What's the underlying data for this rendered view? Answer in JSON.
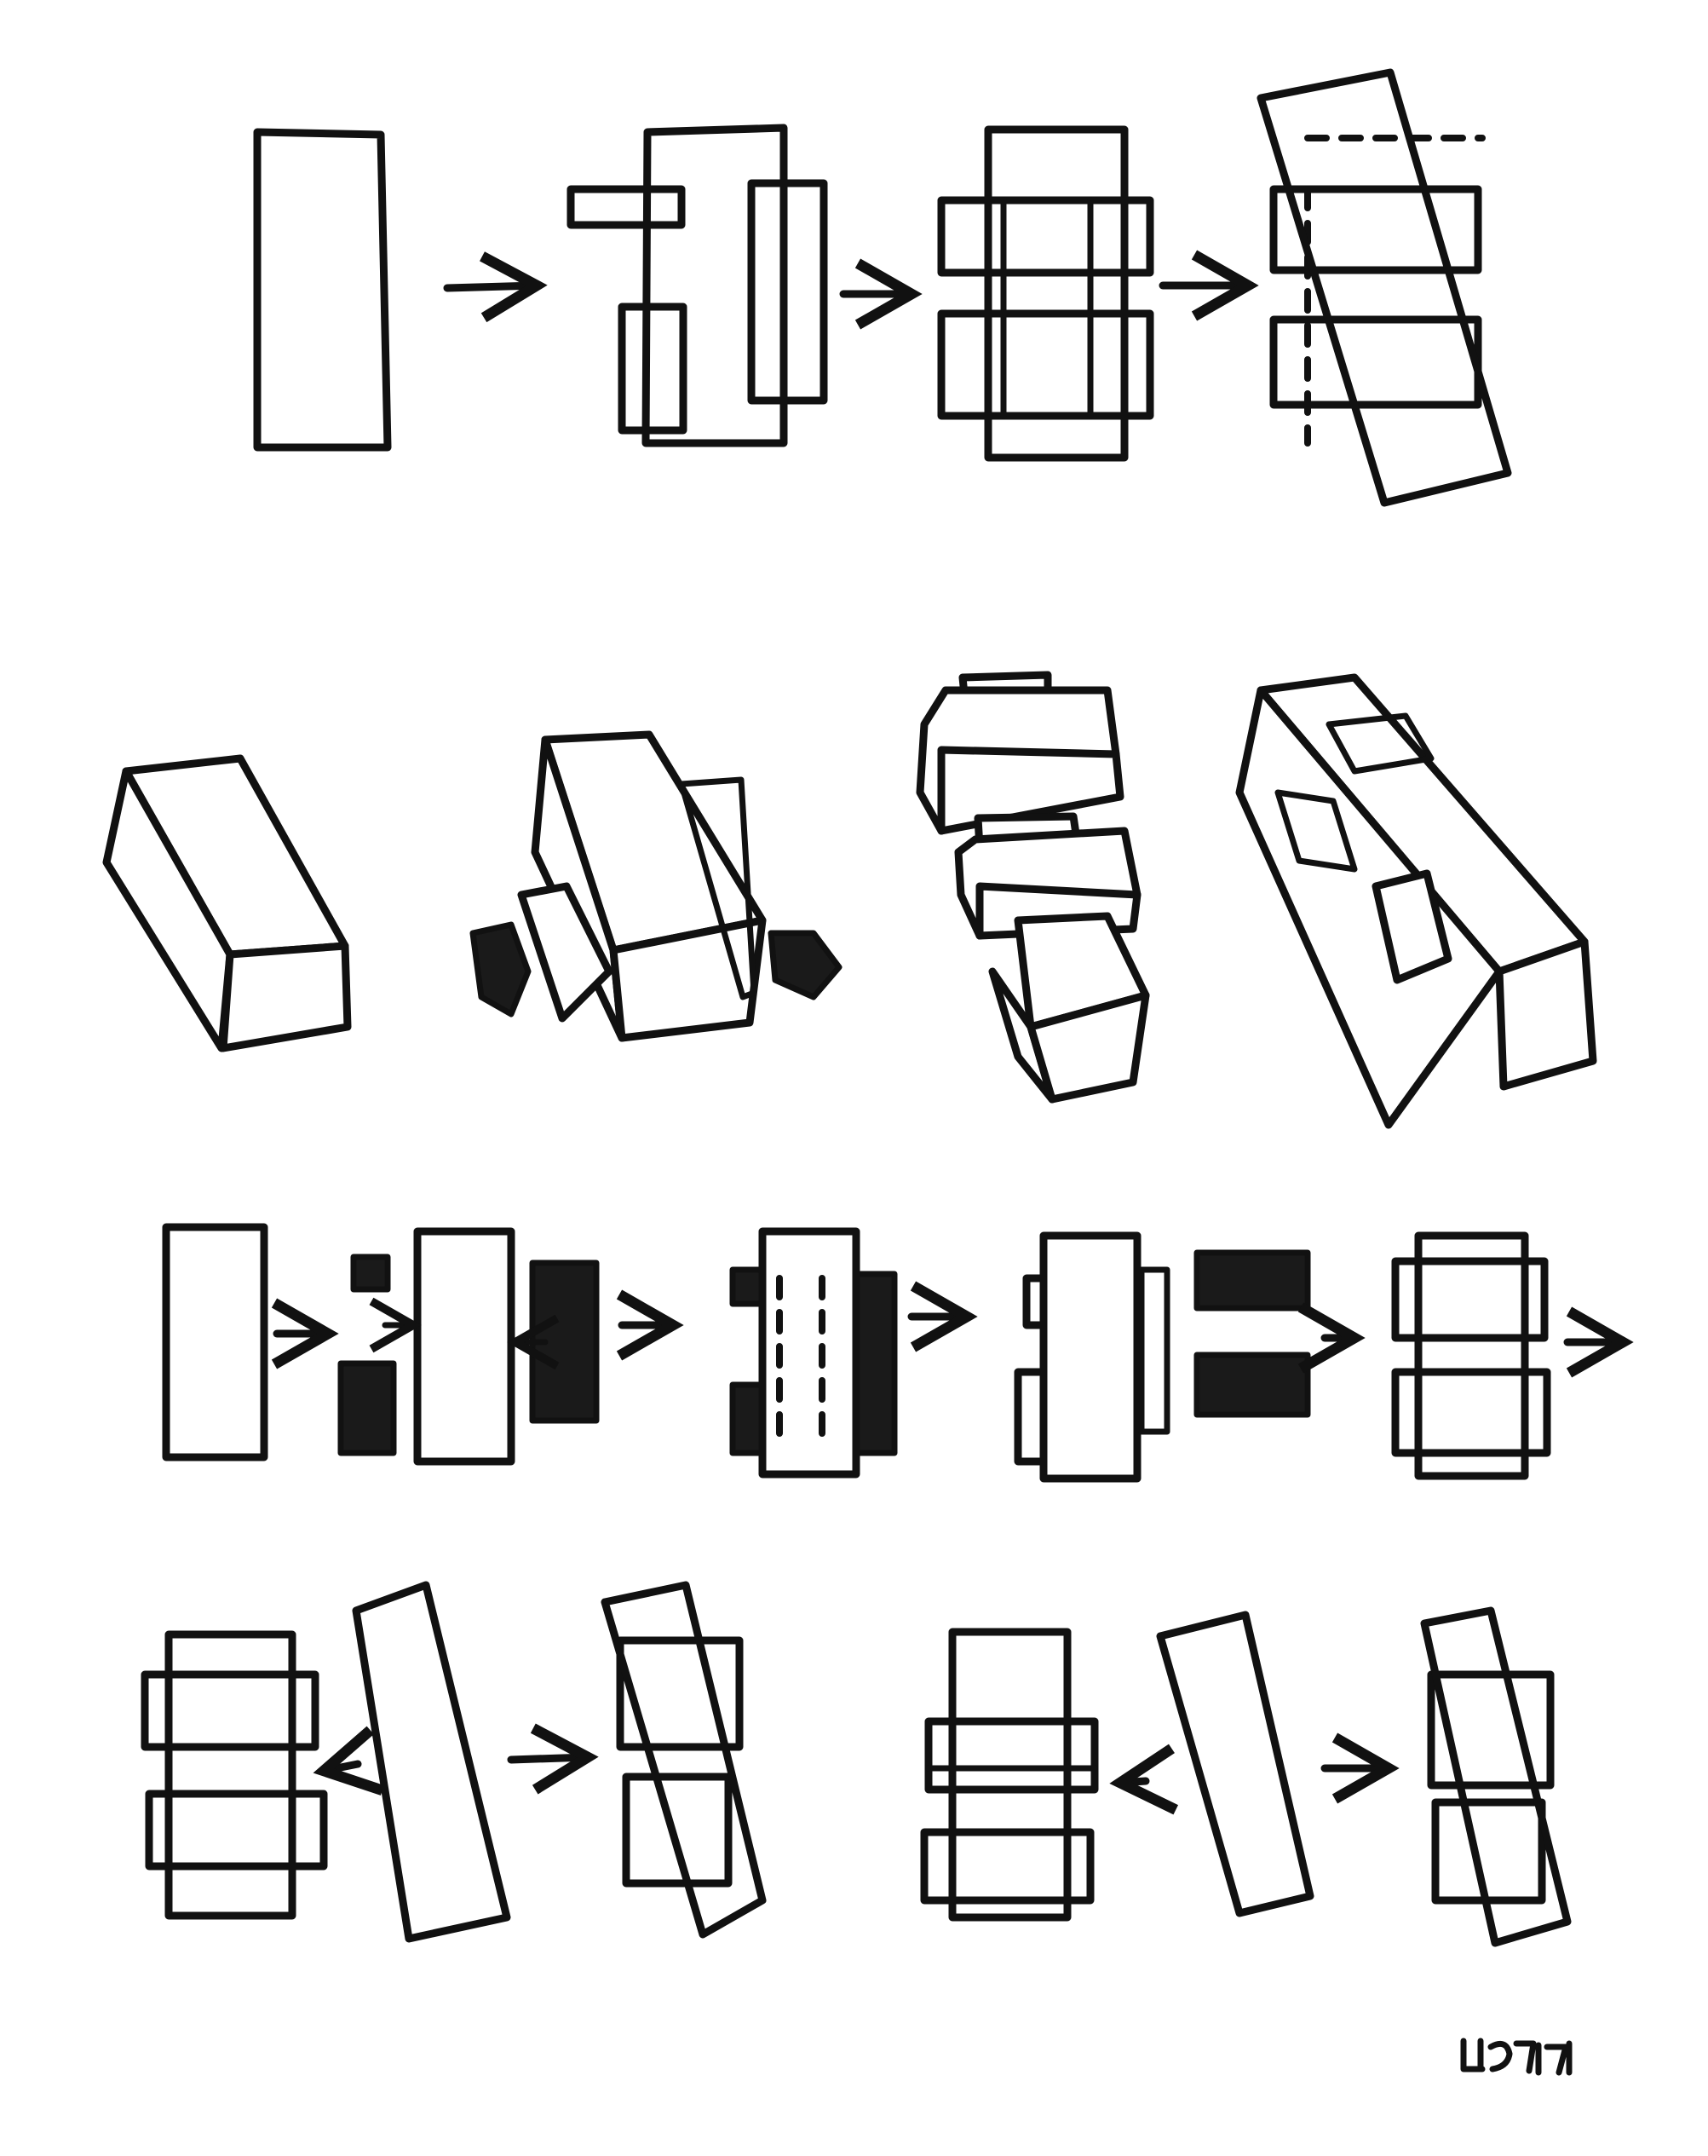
{
  "diagram": {
    "rows": [
      {
        "id": "row-1",
        "kind": "plan-sequence",
        "steps": 4
      },
      {
        "id": "row-2",
        "kind": "axonometric-sequence",
        "steps": 4
      },
      {
        "id": "row-3",
        "kind": "plan-sequence",
        "steps": 5
      },
      {
        "id": "row-4",
        "kind": "plan-variants",
        "steps": 2
      }
    ],
    "ink_color": "#111111",
    "paper_color": "#ffffff"
  },
  "signature": {
    "text": "박종길",
    "rendered_as": "handwritten-signature"
  }
}
